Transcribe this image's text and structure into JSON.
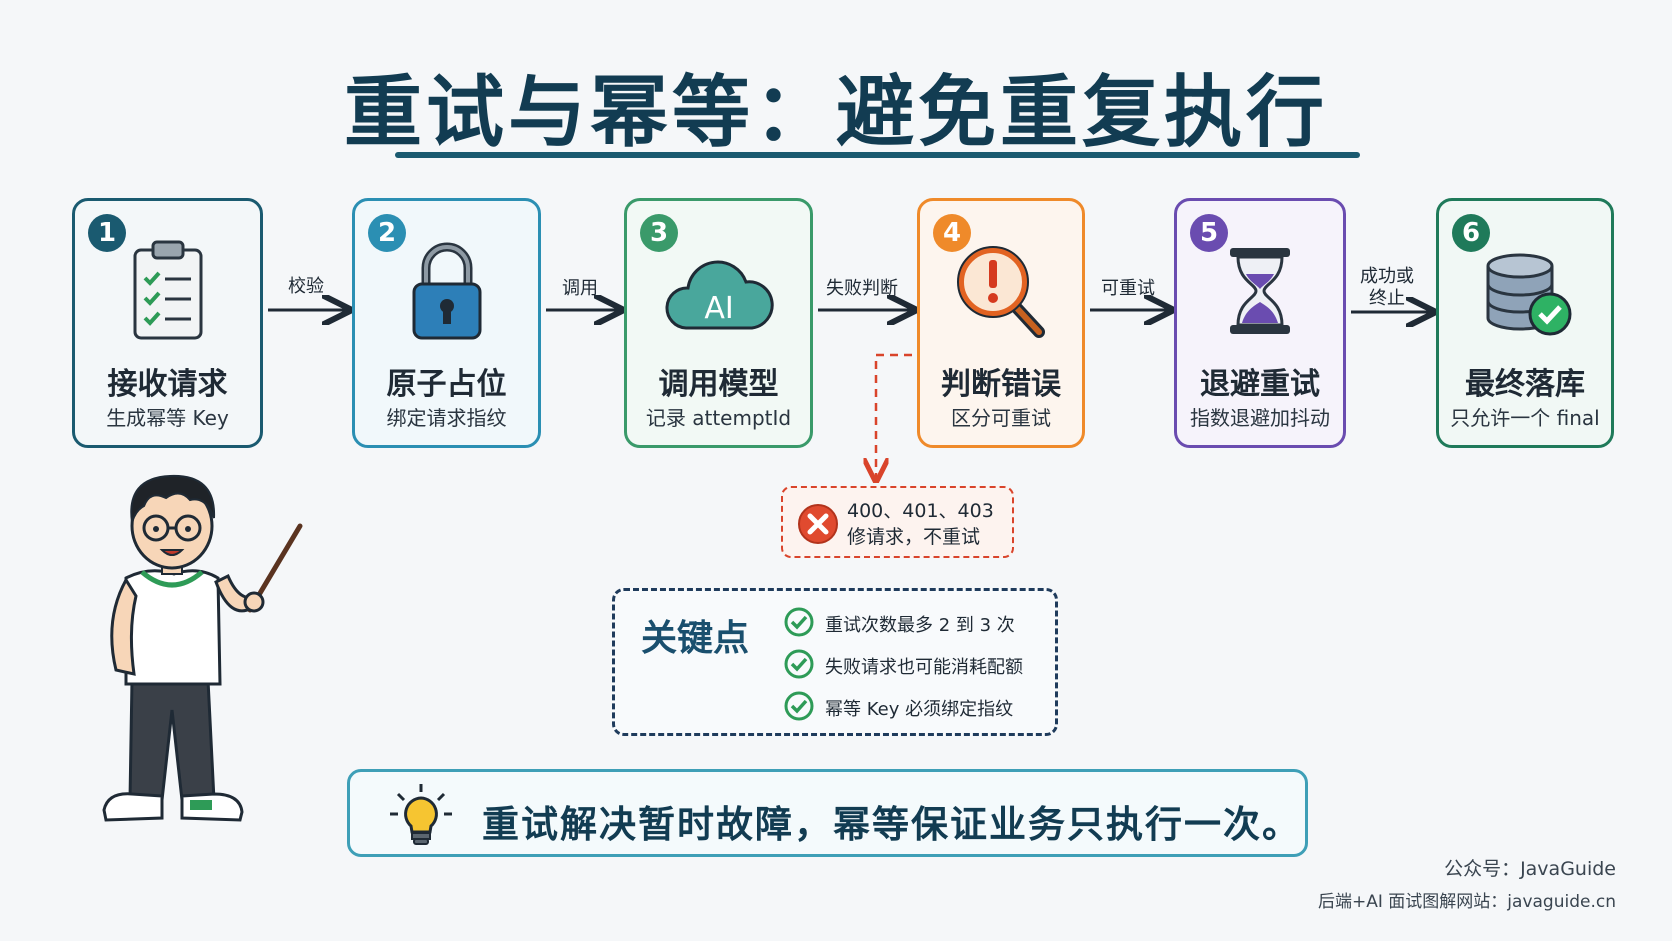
{
  "title": "重试与幂等：避免重复执行",
  "steps": [
    {
      "num": "1",
      "name": "接收请求",
      "desc": "生成幂等 Key",
      "icon": "clipboard-checklist-icon",
      "color": "#1a5a70"
    },
    {
      "num": "2",
      "name": "原子占位",
      "desc": "绑定请求指纹",
      "icon": "padlock-icon",
      "color": "#2b8fb3"
    },
    {
      "num": "3",
      "name": "调用模型",
      "desc": "记录 attemptId",
      "icon": "ai-cloud-icon",
      "color": "#3a9a6a",
      "icon_text": "AI"
    },
    {
      "num": "4",
      "name": "判断错误",
      "desc": "区分可重试",
      "icon": "magnifier-alert-icon",
      "color": "#ef8a2a"
    },
    {
      "num": "5",
      "name": "退避重试",
      "desc": "指数退避加抖动",
      "icon": "hourglass-icon",
      "color": "#6a4cb0"
    },
    {
      "num": "6",
      "name": "最终落库",
      "desc": "只允许一个 final",
      "icon": "database-check-icon",
      "color": "#1f7a5a"
    }
  ],
  "arrows": [
    {
      "label": "校验"
    },
    {
      "label": "调用"
    },
    {
      "label": "失败判断"
    },
    {
      "label": "可重试"
    },
    {
      "label_line1": "成功或",
      "label_line2": "终止"
    }
  ],
  "error_branch": {
    "line1": "400、401、403",
    "line2": "修请求，不重试",
    "color": "#d9442b"
  },
  "key_points": {
    "title": "关键点",
    "items": [
      "重试次数最多 2 到 3 次",
      "失败请求也可能消耗配额",
      "幂等 Key 必须绑定指纹"
    ]
  },
  "summary": "重试解决暂时故障，幂等保证业务只执行一次。",
  "footer": {
    "line1": "公众号：JavaGuide",
    "line2": "后端+AI 面试图解网站：javaguide.cn"
  }
}
